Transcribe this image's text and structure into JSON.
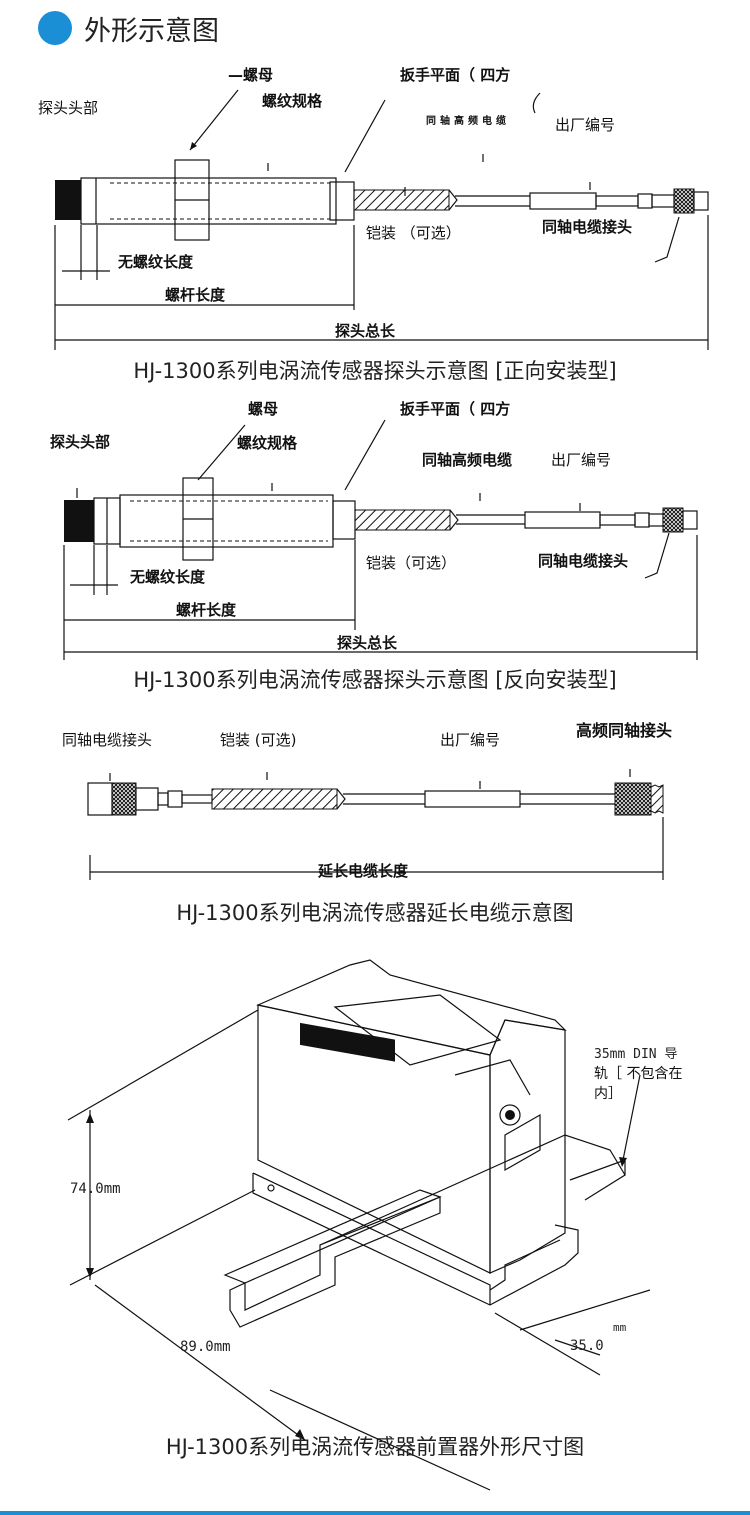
{
  "header": {
    "title": "外形示意图"
  },
  "probe_forward": {
    "probe_head": "探头头部",
    "nut": "—螺母",
    "thread_spec": "螺纹规格",
    "wrench_flat": "扳手平面（ 四方",
    "coax_cable": "同轴高频电缆",
    "serial_no": "出厂编号",
    "armor": "铠装 （可选）",
    "unthreaded_len": "无螺纹长度",
    "screw_len": "螺杆长度",
    "coax_connector": "同轴电缆接头",
    "total_len": "探头总长",
    "caption": "HJ-1300系列电涡流传感器探头示意图 [正向安装型]"
  },
  "probe_reverse": {
    "probe_head": "探头头部",
    "nut": "螺母",
    "thread_spec": "螺纹规格",
    "wrench_flat": "扳手平面（ 四方",
    "coax_cable": "同轴高频电缆",
    "serial_no": "出厂编号",
    "armor": "铠装（可选）",
    "unthreaded_len": "无螺纹长度",
    "screw_len": "螺杆长度",
    "coax_connector": "同轴电缆接头",
    "total_len": "探头总长",
    "caption": "HJ-1300系列电涡流传感器探头示意图 [反向安装型]"
  },
  "extension": {
    "coax_connector": "同轴电缆接头",
    "armor": "铠装 (可选)",
    "serial_no": "出厂编号",
    "hf_connector": "高频同轴接头",
    "length": "延长电缆长度",
    "caption": "HJ-1300系列电涡流传感器延长电缆示意图"
  },
  "preamp": {
    "din_line1": "35mm  DIN 导",
    "din_line2": "轨［ 不包含在",
    "din_line3": "内］",
    "height": "74.0mm",
    "width": "89.0mm",
    "depth": "35.0",
    "depth_unit": "mm",
    "caption": "HJ-1300系列电涡流传感器前置器外形尺寸图"
  }
}
